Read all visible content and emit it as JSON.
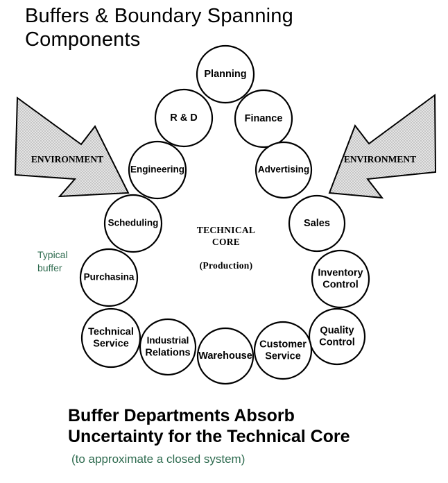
{
  "title": {
    "line1": "Buffers & Boundary Spanning",
    "line2": "Components"
  },
  "environment": {
    "left_label": "ENVIRONMENT",
    "right_label": "ENVIRONMENT"
  },
  "core": {
    "line1": "TECHNICAL",
    "line2": "CORE",
    "line3": "(Production)"
  },
  "buffers": [
    {
      "lines": [
        "Planning"
      ]
    },
    {
      "lines": [
        "Finance"
      ]
    },
    {
      "lines": [
        "Advertising"
      ]
    },
    {
      "lines": [
        "Sales"
      ]
    },
    {
      "lines": [
        "Inventory",
        "Control"
      ]
    },
    {
      "lines": [
        "Quality",
        "Control"
      ]
    },
    {
      "lines": [
        "Customer",
        "Service"
      ]
    },
    {
      "lines": [
        "Warehouse"
      ]
    },
    {
      "lines": [
        "Industrial",
        "Relations"
      ]
    },
    {
      "lines": [
        "Technical",
        "Service"
      ]
    },
    {
      "lines": [
        "Purchasina"
      ]
    },
    {
      "lines": [
        "Scheduling"
      ]
    },
    {
      "lines": [
        "Engineering"
      ]
    },
    {
      "lines": [
        "R & D"
      ]
    }
  ],
  "note": {
    "line1": "Typical",
    "line2": "buffer"
  },
  "headline": {
    "line1": "Buffer Departments Absorb",
    "line2": "Uncertainty for the Technical Core"
  },
  "subline": "(to approximate a closed system)",
  "colors": {
    "note_text": "#2e6b4f",
    "arrow_fill": "#d9d9d9"
  }
}
